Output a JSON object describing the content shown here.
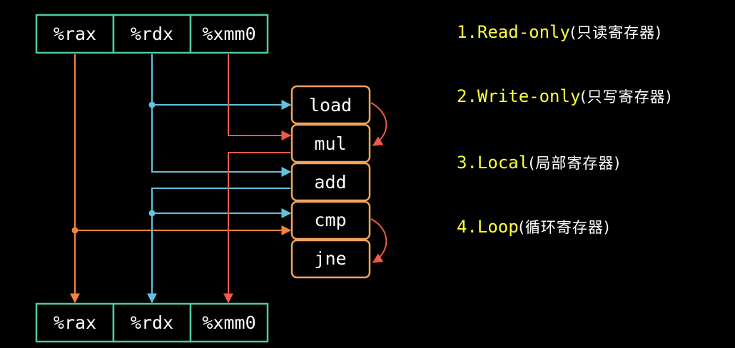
{
  "registers_top": [
    "%rax",
    "%rdx",
    "%xmm0"
  ],
  "registers_bottom": [
    "%rax",
    "%rdx",
    "%xmm0"
  ],
  "operations": [
    "load",
    "mul",
    "add",
    "cmp",
    "jne"
  ],
  "legend": [
    {
      "label": "1.Read-only",
      "note": "(只读寄存器)"
    },
    {
      "label": "2.Write-only",
      "note": "(只写寄存器)"
    },
    {
      "label": "3.Local",
      "note": "(局部寄存器)"
    },
    {
      "label": "4.Loop",
      "note": "(循环寄存器)"
    }
  ],
  "colors": {
    "register_border": "#4fc9a4",
    "operation_border": "#f0a45c",
    "rax_flow": "#f2843c",
    "rdx_flow": "#5fc3e0",
    "xmm0_flow": "#ee5a4c",
    "legend_label": "#ffff3c",
    "legend_note": "#ffffff"
  }
}
